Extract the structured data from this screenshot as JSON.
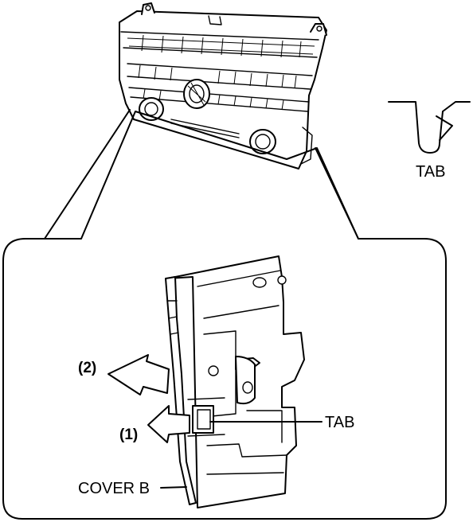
{
  "labels": {
    "tab_detail": "TAB",
    "tab_callout": "TAB",
    "step_1": "(1)",
    "step_2": "(2)",
    "cover": "COVER B"
  }
}
